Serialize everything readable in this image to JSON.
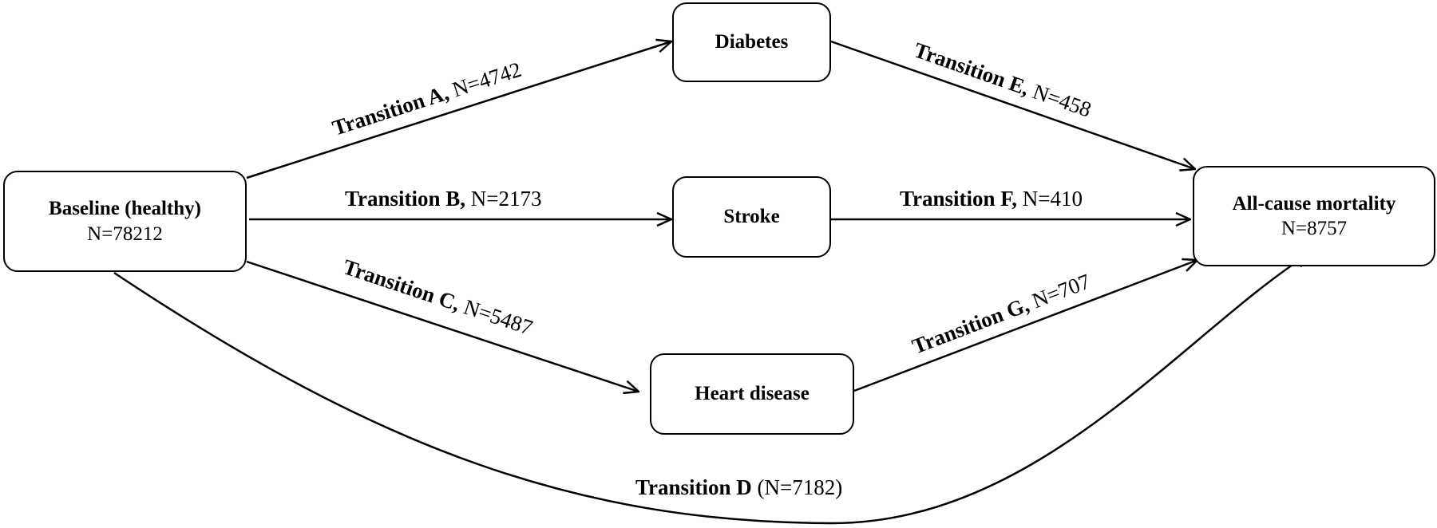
{
  "nodes": {
    "baseline": {
      "title": "Baseline (healthy)",
      "count": "N=78212"
    },
    "diabetes": {
      "title": "Diabetes"
    },
    "stroke": {
      "title": "Stroke"
    },
    "heart": {
      "title": "Heart disease"
    },
    "mortality": {
      "title": "All-cause mortality",
      "count": "N=8757"
    }
  },
  "transitions": {
    "A": {
      "name": "Transition A,",
      "count": " N=4742"
    },
    "B": {
      "name": "Transition B,",
      "count": " N=2173"
    },
    "C": {
      "name": "Transition C,",
      "count": " N=5487"
    },
    "D": {
      "name": "Transition D",
      "count": " (N=7182)"
    },
    "E": {
      "name": "Transition E,",
      "count": " N=458"
    },
    "F": {
      "name": "Transition F,",
      "count": " N=410"
    },
    "G": {
      "name": "Transition G,",
      "count": " N=707"
    }
  },
  "colors": {
    "line": "#000000",
    "background": "#ffffff"
  }
}
